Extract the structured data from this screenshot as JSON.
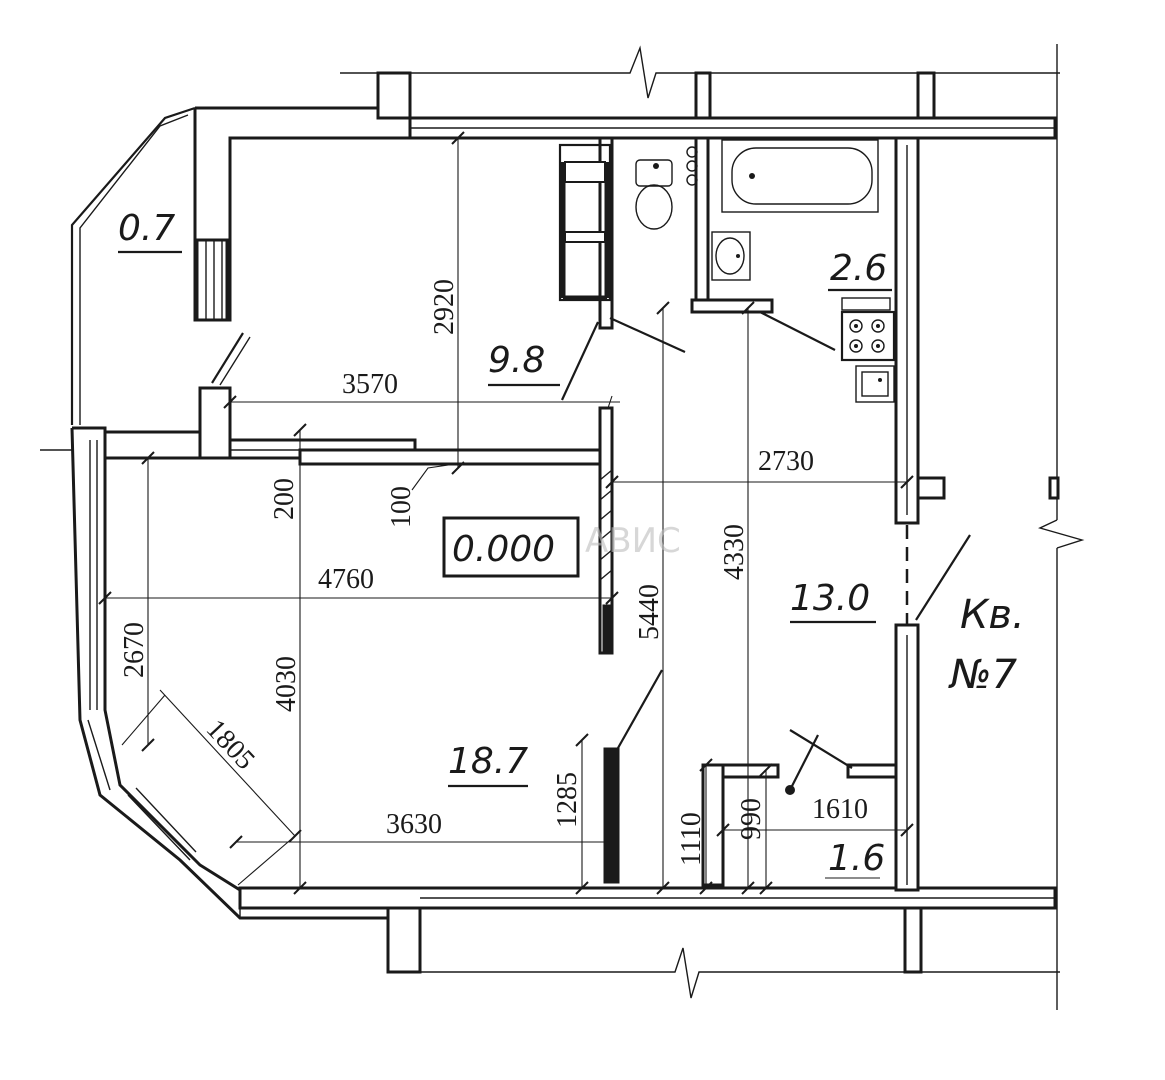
{
  "plan": {
    "level_mark": "0.000",
    "apartment_label_line1": "Кв.",
    "apartment_label_line2": "№7",
    "watermark": "АВИС",
    "rooms": {
      "balcony": "0.7",
      "kitchen": "9.8",
      "bathroom": "2.6",
      "hall": "13.0",
      "living": "18.7",
      "wc": "1.6"
    },
    "dimensions": {
      "d_2920": "2920",
      "d_3570": "3570",
      "d_2730": "2730",
      "d_200": "200",
      "d_100": "100",
      "d_4760": "4760",
      "d_5440": "5440",
      "d_4330": "4330",
      "d_2670": "2670",
      "d_4030": "4030",
      "d_1805": "1805",
      "d_1285": "1285",
      "d_1110": "1110",
      "d_990": "990",
      "d_1610": "1610",
      "d_3630": "3630"
    }
  }
}
